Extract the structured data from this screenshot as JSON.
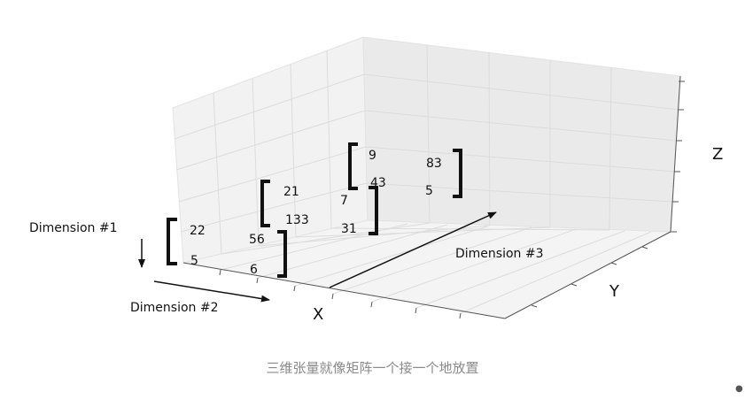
{
  "axes": {
    "x": "X",
    "y": "Y",
    "z": "Z"
  },
  "arrow_labels": {
    "dim1": "Dimension #1",
    "dim2": "Dimension #2",
    "dim3": "Dimension #3"
  },
  "matrices": [
    {
      "values": [
        "22",
        "56",
        "5",
        "6"
      ]
    },
    {
      "values": [
        "21",
        "7",
        "133",
        "31"
      ]
    },
    {
      "values": [
        "9",
        "83",
        "43",
        "5"
      ]
    }
  ],
  "caption": "三维张量就像矩阵一个接一个地放置",
  "corner_mark": "●"
}
